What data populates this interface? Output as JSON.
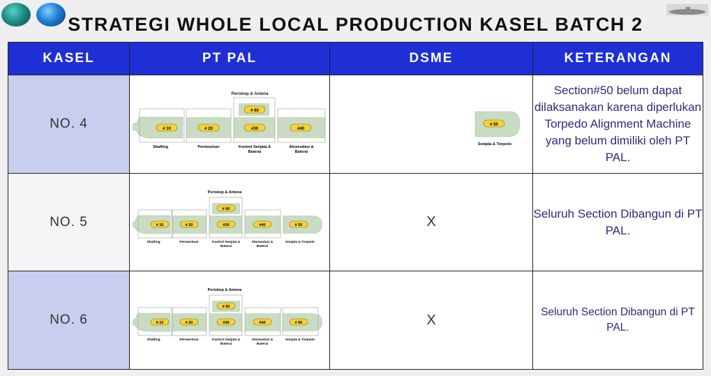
{
  "title": "STRATEGI  WHOLE LOCAL PRODUCTION KASEL BATCH 2",
  "headers": [
    "KASEL",
    "PT PAL",
    "DSME",
    "KETERANGAN"
  ],
  "rows": [
    {
      "kasel": "NO. 4",
      "dsme": "",
      "keterangan": "Section#50 belum dapat dilaksanakan karena diperlukan Torpedo Alignment Machine yang belum dimiliki oleh PT PAL."
    },
    {
      "kasel": "NO. 5",
      "dsme": "X",
      "keterangan": "Seluruh Section Dibangun di PT PAL."
    },
    {
      "kasel": "NO. 6",
      "dsme": "X",
      "keterangan": "Seluruh Section Dibangun di PT PAL."
    }
  ],
  "diagram": {
    "top_label": "Periskop & Antena",
    "sections": [
      {
        "tag": "# 10",
        "label": "Shafting"
      },
      {
        "tag": "# 20",
        "label": "Permesinan"
      },
      {
        "tag": "#30",
        "label": "Kontrol  Senjata & Baterai"
      },
      {
        "tag": "#40",
        "label": "Akomodasi & Baterai"
      },
      {
        "tag": "# 50",
        "label": "Senjata & Torpedo"
      }
    ],
    "periscope_tag": "# 60"
  }
}
